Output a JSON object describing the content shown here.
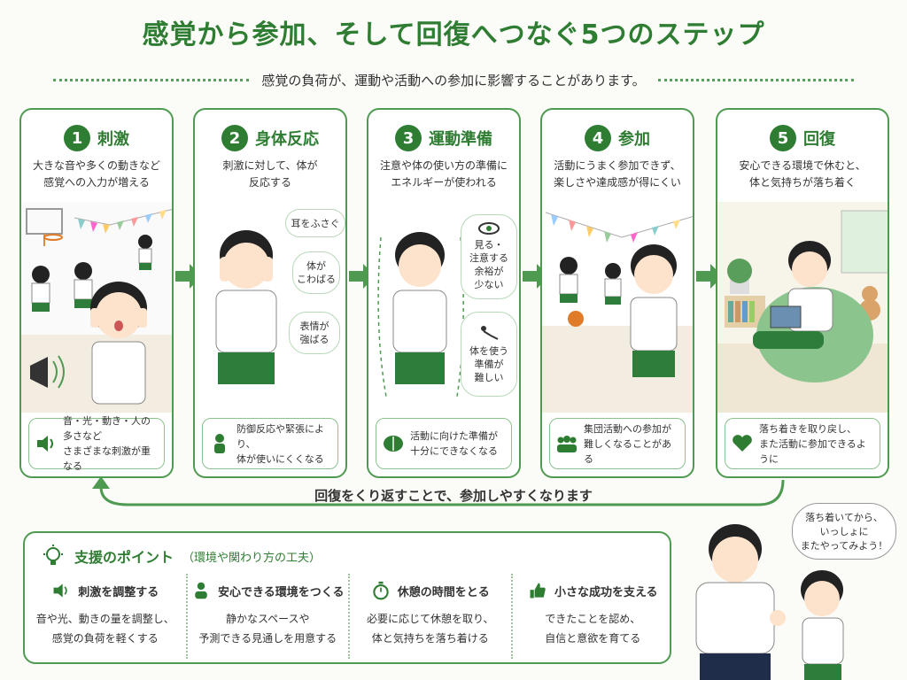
{
  "header": {
    "title": "感覚から参加、そして回復へつなぐ5つのステップ",
    "subtitle": "感覚の負荷が、運動や活動への参加に影響することがあります。"
  },
  "steps": [
    {
      "num": "1",
      "title": "刺激",
      "desc": "大きな音や多くの動きなど 感覚への入力が増える",
      "foot": "音・光・動き・人の多さなど さまざまな刺激が重なる",
      "foot_icon": "speaker-icon"
    },
    {
      "num": "2",
      "title": "身体反応",
      "desc": "刺激に対して、体が 反応する",
      "foot": "防御反応や緊張により、 体が使いにくくなる",
      "foot_icon": "person-icon",
      "bubbles": [
        "耳をふさぐ",
        "体が こわばる",
        "表情が 強ばる"
      ]
    },
    {
      "num": "3",
      "title": "運動準備",
      "desc": "注意や体の使い方の準備に エネルギーが使われる",
      "foot": "活動に向けた準備が 十分にできなくなる",
      "foot_icon": "brain-icon",
      "bubbles": [
        "見る・ 注意する 余裕が 少ない",
        "体を使う 準備が 難しい"
      ]
    },
    {
      "num": "4",
      "title": "参加",
      "desc": "活動にうまく参加できず、 楽しさや達成感が得にくい",
      "foot": "集団活動への参加が 難しくなることがある",
      "foot_icon": "group-icon"
    },
    {
      "num": "5",
      "title": "回復",
      "desc": "安心できる環境で休むと、 体と気持ちが落ち着く",
      "foot": "落ち着きを取り戻し、 また活動に参加できるように",
      "foot_icon": "heart-icon"
    }
  ],
  "loop": {
    "text": "回復をくり返すことで、参加しやすくなります"
  },
  "support": {
    "title": "支援のポイント",
    "subtitle": "（環境や関わり方の工夫）",
    "tips": [
      {
        "title": "刺激を調整する",
        "desc": "音や光、動きの量を調整し、 感覚の負荷を軽くする",
        "icon": "speaker-icon"
      },
      {
        "title": "安心できる環境をつくる",
        "desc": "静かなスペースや 予測できる見通しを用意する",
        "icon": "person-icon"
      },
      {
        "title": "休憩の時間をとる",
        "desc": "必要に応じて休憩を取り、 体と気持ちを落ち着ける",
        "icon": "stopwatch-icon"
      },
      {
        "title": "小さな成功を支える",
        "desc": "できたことを認め、 自信と意欲を育てる",
        "icon": "thumbs-up-icon"
      }
    ]
  },
  "speech": {
    "text": "落ち着いてから、 いっしょに またやってみよう！"
  },
  "colors": {
    "accent": "#2e7d32",
    "border": "#4e9a51",
    "shirt_green": "#2f7d3a"
  }
}
